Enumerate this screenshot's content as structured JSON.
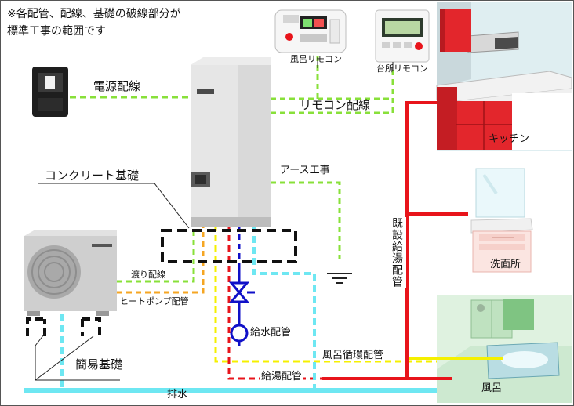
{
  "note": {
    "line1": "※各配管、配線、基礎の破線部分が",
    "line2": "標準工事の範囲です"
  },
  "labels": {
    "power_wiring": "電源配線",
    "bath_remote": "風呂リモコン",
    "kitchen_remote": "台所リモコン",
    "remote_wiring": "リモコン配線",
    "kitchen": "キッチン",
    "concrete_base": "コンクリート基礎",
    "earth_work": "アース工事",
    "existing_hot_pipe": "既設給湯配管",
    "washroom": "洗面所",
    "crossover_wiring": "渡り配線",
    "heatpump_pipe": "ヒートポンプ配管",
    "water_supply_pipe": "給水配管",
    "simple_base": "簡易基礎",
    "bath_circulation_pipe": "風呂循環配管",
    "hot_supply_pipe": "給湯配管",
    "drain": "排水",
    "bath": "風呂"
  },
  "colors": {
    "power_wiring": "#88e03a",
    "remote_wiring": "#88e03a",
    "earth_wiring": "#88e03a",
    "hot_water": "#e8141b",
    "water_supply": "#1010c8",
    "bath_circulation": "#f5f000",
    "drain": "#6ee7f2",
    "heatpump": "#f5a623",
    "base_outline": "#111111",
    "kitchen_cabinet": "#e3262c"
  },
  "icons": {
    "breaker": "breaker-icon",
    "tank": "hot-water-tank-icon",
    "heatpump": "heat-pump-unit-icon",
    "bath_remote": "bath-remote-controller-icon",
    "kitchen_remote": "kitchen-remote-controller-icon",
    "valve": "check-valve-icon",
    "water_meter": "water-meter-icon",
    "ground": "ground-symbol-icon"
  }
}
